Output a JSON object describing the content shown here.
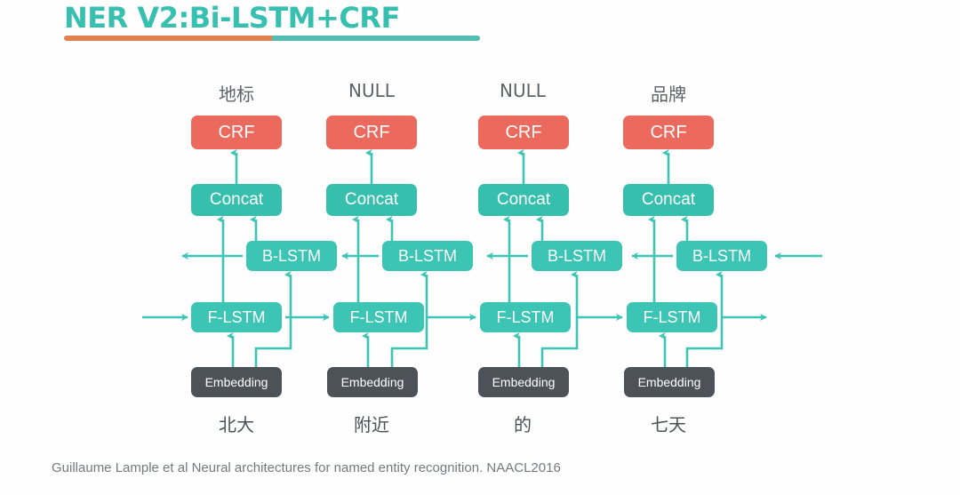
{
  "title": {
    "text": "NER V2:Bi-LSTM+CRF",
    "color": "#37bfb0",
    "underline_left_color": "#e2834f",
    "underline_right_color": "#53bdb4"
  },
  "colors": {
    "crf": "#ec6a5d",
    "concat": "#37bfae",
    "lstm": "#3cc4b4",
    "embedding": "#4c5257",
    "arrow": "#3cc4b4",
    "label_text": "#5f6368",
    "caption_text": "#76797c"
  },
  "diagram": {
    "type": "neural-network-architecture",
    "layer_names": {
      "crf": "CRF",
      "concat": "Concat",
      "blstm": "B-LSTM",
      "flstm": "F-LSTM",
      "embedding": "Embedding"
    },
    "columns": [
      {
        "index": 0,
        "top_label": "地标",
        "bottom_token": "北大",
        "crf": "CRF",
        "concat": "Concat",
        "blstm": "B-LSTM",
        "flstm": "F-LSTM",
        "embedding": "Embedding"
      },
      {
        "index": 1,
        "top_label": "NULL",
        "bottom_token": "附近",
        "crf": "CRF",
        "concat": "Concat",
        "blstm": "B-LSTM",
        "flstm": "F-LSTM",
        "embedding": "Embedding"
      },
      {
        "index": 2,
        "top_label": "NULL",
        "bottom_token": "的",
        "crf": "CRF",
        "concat": "Concat",
        "blstm": "B-LSTM",
        "flstm": "F-LSTM",
        "embedding": "Embedding"
      },
      {
        "index": 3,
        "top_label": "品牌",
        "bottom_token": "七天",
        "crf": "CRF",
        "concat": "Concat",
        "blstm": "B-LSTM",
        "flstm": "F-LSTM",
        "embedding": "Embedding"
      }
    ]
  },
  "caption": {
    "text": "Guillaume Lample et al  Neural architectures for named entity recognition. NAACL2016"
  }
}
